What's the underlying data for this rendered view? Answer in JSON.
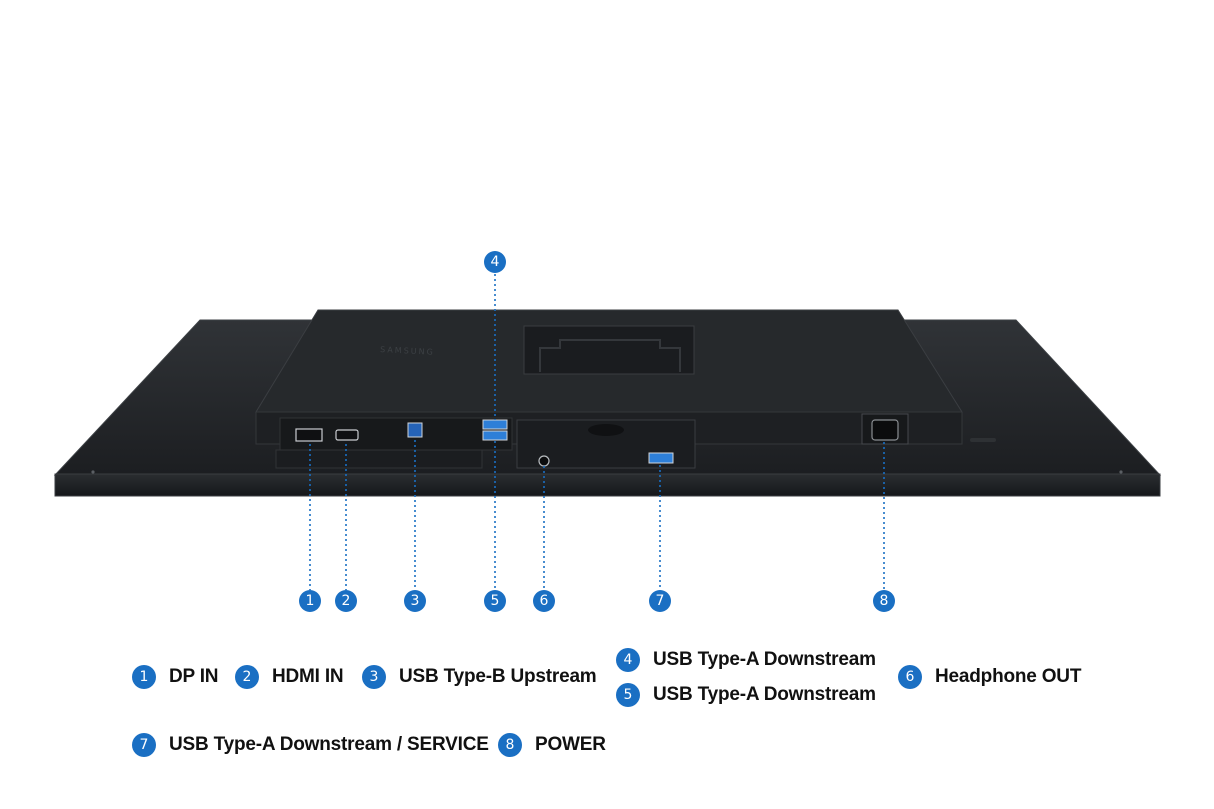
{
  "brand_text": "SAMSUNG",
  "callouts": [
    {
      "num": "1",
      "label": "DP IN"
    },
    {
      "num": "2",
      "label": "HDMI IN"
    },
    {
      "num": "3",
      "label": "USB Type-B Upstream"
    },
    {
      "num": "4",
      "label": "USB Type-A Downstream"
    },
    {
      "num": "5",
      "label": "USB Type-A Downstream"
    },
    {
      "num": "6",
      "label": "Headphone OUT"
    },
    {
      "num": "7",
      "label": "USB Type-A Downstream / SERVICE"
    },
    {
      "num": "8",
      "label": "POWER"
    }
  ],
  "colors": {
    "callout_blue": "#1a6fc3",
    "monitor_body": "#232629",
    "legend_text": "#111111"
  }
}
